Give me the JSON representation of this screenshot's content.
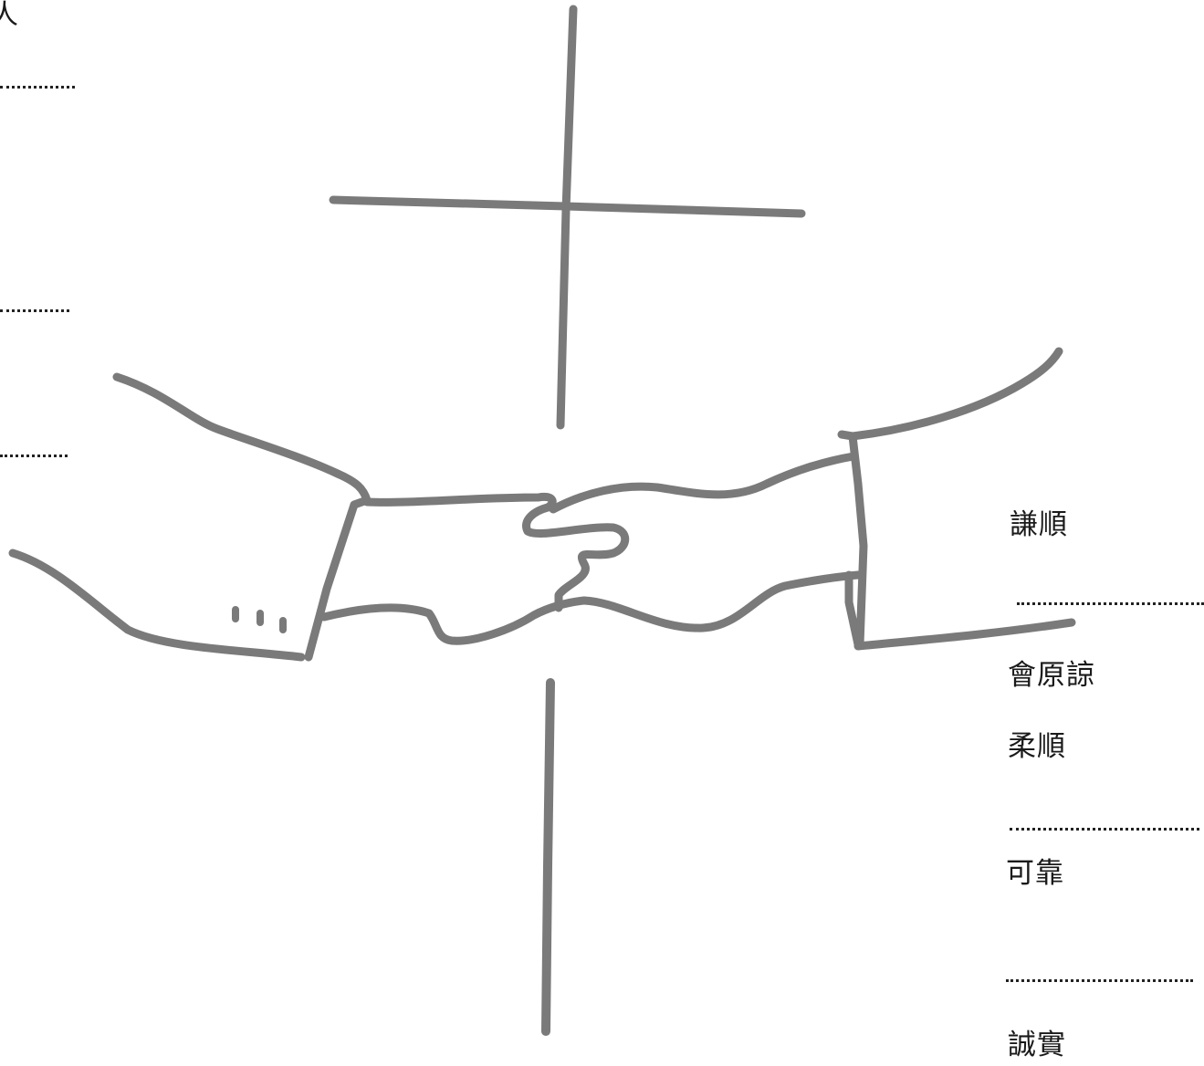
{
  "page": {
    "corner_fragment": "人"
  },
  "words": {
    "humble": "謙順",
    "forgiving": "會原諒",
    "gentle": "柔順",
    "reliable": "可靠",
    "honest": "誠實"
  },
  "colors": {
    "ink": "#1a1a1a",
    "drawing_stroke": "#7a7a7a"
  }
}
